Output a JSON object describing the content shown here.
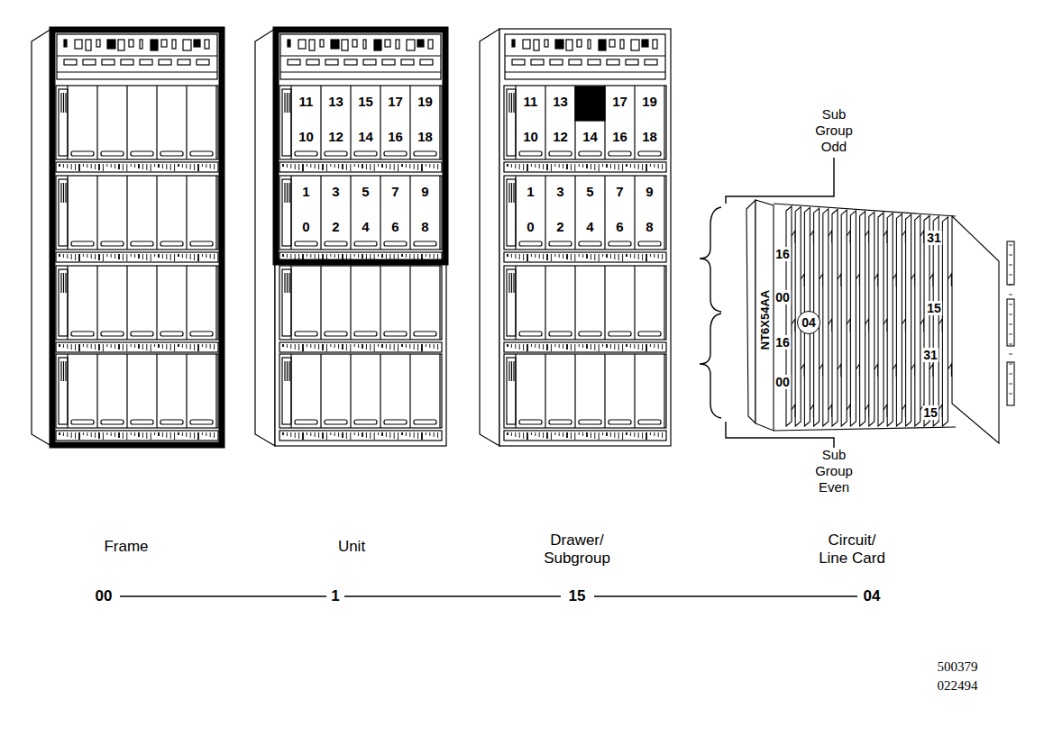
{
  "diagram": {
    "nodes": [
      {
        "text": [
          "04"
        ]
      }
    ],
    "labels": [
      "11",
      "13",
      "15",
      "17",
      "19",
      "10",
      "12",
      "14",
      "16",
      "18",
      "1",
      "3",
      "5",
      "7",
      "9",
      "0",
      "2",
      "4",
      "6",
      "8",
      "11",
      "13",
      "17",
      "19",
      "10",
      "12",
      "14",
      "16",
      "18",
      "1",
      "3",
      "5",
      "7",
      "9",
      "0",
      "2",
      "4",
      "6",
      "8",
      "Sub Group Odd",
      "Sub Group Even",
      "NT6X54AA",
      "16",
      "00",
      "16",
      "00",
      "31",
      "15",
      "31",
      "15",
      "Frame",
      "Unit",
      "Drawer/ Subgroup",
      "Circuit/ Line Card",
      "00",
      "1",
      "15",
      "04",
      "500379",
      "022494"
    ]
  }
}
